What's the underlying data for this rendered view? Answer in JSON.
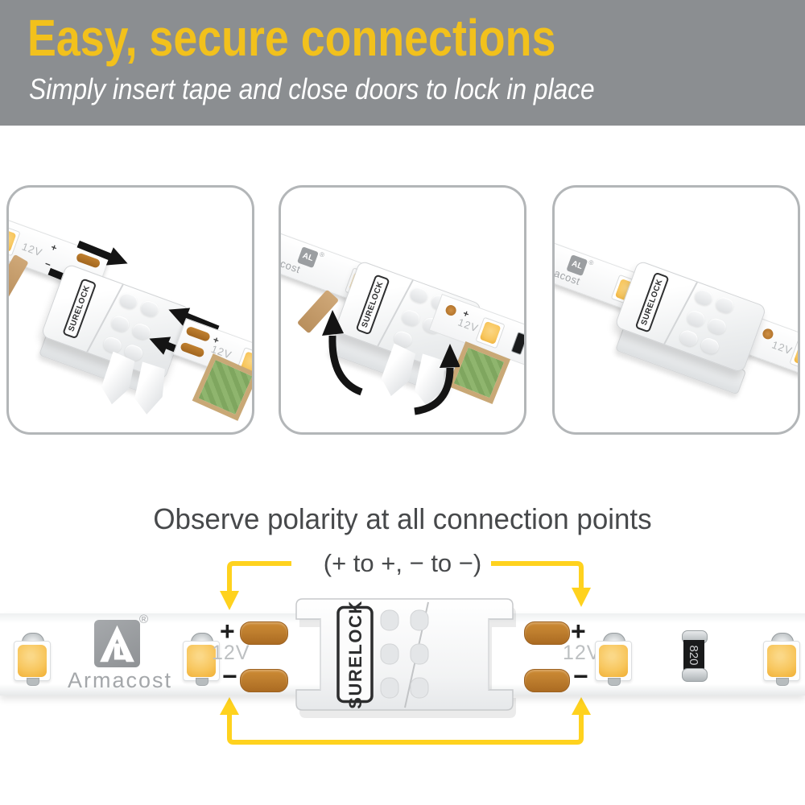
{
  "header": {
    "title": "Easy, secure connections",
    "subtitle": "Simply insert tape and close doors to lock in place"
  },
  "connector": {
    "label": "SureLock"
  },
  "strip": {
    "brand": "Armacost",
    "brand_initials": "AL",
    "registered": "®",
    "voltage": "12V",
    "plus": "+",
    "minus": "−",
    "resistor_value": "820"
  },
  "polarity": {
    "heading": "Observe polarity at all connection points",
    "note": "(+ to +, − to −)"
  },
  "colors": {
    "brand-yellow": "#f2c11c",
    "polarity-yellow": "#ffd21e",
    "header-gray": "#8b8e91",
    "copper": "#c0802f",
    "led-amber": "#f8c75f",
    "arrow-black": "#141414",
    "text-dark": "#47494b"
  }
}
